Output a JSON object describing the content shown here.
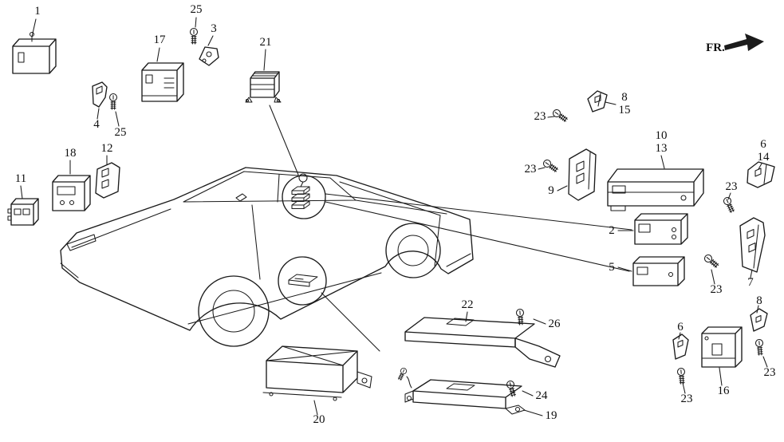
{
  "diagram": {
    "title": "control-unit-parts-diagram",
    "fr_label": "FR.",
    "background": "#ffffff",
    "line_color": "#1b1b1b"
  },
  "callouts": [
    {
      "id": "c1",
      "label": "1"
    },
    {
      "id": "c25a",
      "label": "25"
    },
    {
      "id": "c3",
      "label": "3"
    },
    {
      "id": "c17",
      "label": "17"
    },
    {
      "id": "c21",
      "label": "21"
    },
    {
      "id": "c4",
      "label": "4"
    },
    {
      "id": "c25b",
      "label": "25"
    },
    {
      "id": "c18",
      "label": "18"
    },
    {
      "id": "c12",
      "label": "12"
    },
    {
      "id": "c11",
      "label": "11"
    },
    {
      "id": "c23a",
      "label": "23"
    },
    {
      "id": "c8a",
      "label": "8"
    },
    {
      "id": "c15",
      "label": "15"
    },
    {
      "id": "c23b",
      "label": "23"
    },
    {
      "id": "c9",
      "label": "9"
    },
    {
      "id": "c10",
      "label": "10"
    },
    {
      "id": "c13",
      "label": "13"
    },
    {
      "id": "c6a",
      "label": "6"
    },
    {
      "id": "c14",
      "label": "14"
    },
    {
      "id": "c23c",
      "label": "23"
    },
    {
      "id": "c2",
      "label": "2"
    },
    {
      "id": "c7",
      "label": "7"
    },
    {
      "id": "c23d",
      "label": "23"
    },
    {
      "id": "c5",
      "label": "5"
    },
    {
      "id": "c8b",
      "label": "8"
    },
    {
      "id": "c6b",
      "label": "6"
    },
    {
      "id": "c16",
      "label": "16"
    },
    {
      "id": "c23e",
      "label": "23"
    },
    {
      "id": "c23f",
      "label": "23"
    },
    {
      "id": "c22",
      "label": "22"
    },
    {
      "id": "c26",
      "label": "26"
    },
    {
      "id": "c24",
      "label": "24"
    },
    {
      "id": "c19",
      "label": "19"
    },
    {
      "id": "c20",
      "label": "20"
    }
  ]
}
